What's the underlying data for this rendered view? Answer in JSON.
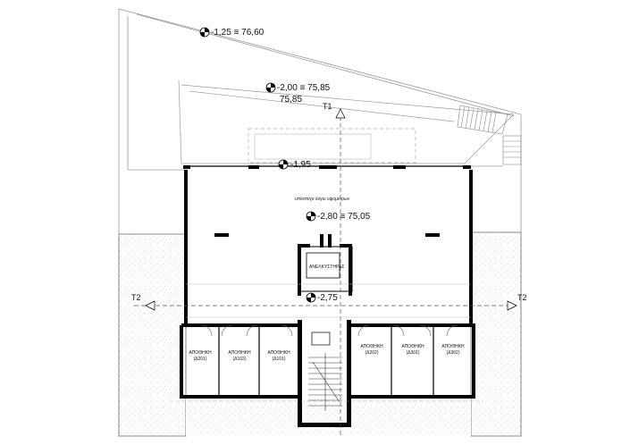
{
  "levels": {
    "top": "-1,25 ≡ 76,60",
    "upper": "-2,00 ≡ 75,85",
    "upper_sub": "75,85",
    "ramp": "-1,95",
    "basement": "-2,80 ≡ 75,05",
    "lower": "-2,75"
  },
  "section_labels": {
    "t1": "T1",
    "t2_left": "T2",
    "t2_right": "T2"
  },
  "labels": {
    "parking": "υπόστεγο λόγω υψομέτρων",
    "elevator": "ΑΝΕΛΚΥΣΤΗΡΑΣ"
  },
  "storage_rooms": [
    {
      "name": "ΑΠΟΘΗΚΗ",
      "code": "(Δ201)"
    },
    {
      "name": "ΑΠΟΘΗΚΗ",
      "code": "(Δ102)"
    },
    {
      "name": "ΑΠΟΘΗΚΗ",
      "code": "(Δ101)"
    },
    {
      "name": "ΑΠΟΘΗΚΗ",
      "code": "(Δ202)"
    },
    {
      "name": "ΑΠΟΘΗΚΗ",
      "code": "(Δ301)"
    },
    {
      "name": "ΑΠΟΘΗΚΗ",
      "code": "(Δ302)"
    }
  ]
}
